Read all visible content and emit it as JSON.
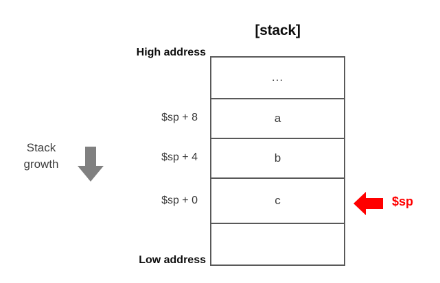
{
  "diagram": {
    "title": "[stack]",
    "background_color": "#ffffff",
    "border_color": "#595959",
    "labels": {
      "high_address": "High address",
      "low_address": "Low address"
    },
    "growth": {
      "line1": "Stack",
      "line2": "growth",
      "arrow_direction": "down",
      "arrow_color": "#808080"
    },
    "pointer": {
      "label": "$sp",
      "arrow_direction": "left",
      "color": "#ff0000"
    },
    "offsets": [
      {
        "text": "$sp + 8"
      },
      {
        "text": "$sp + 4"
      },
      {
        "text": "$sp + 0"
      }
    ],
    "cells": [
      {
        "text": "..."
      },
      {
        "text": "a"
      },
      {
        "text": "b"
      },
      {
        "text": "c"
      },
      {
        "text": ""
      }
    ]
  }
}
